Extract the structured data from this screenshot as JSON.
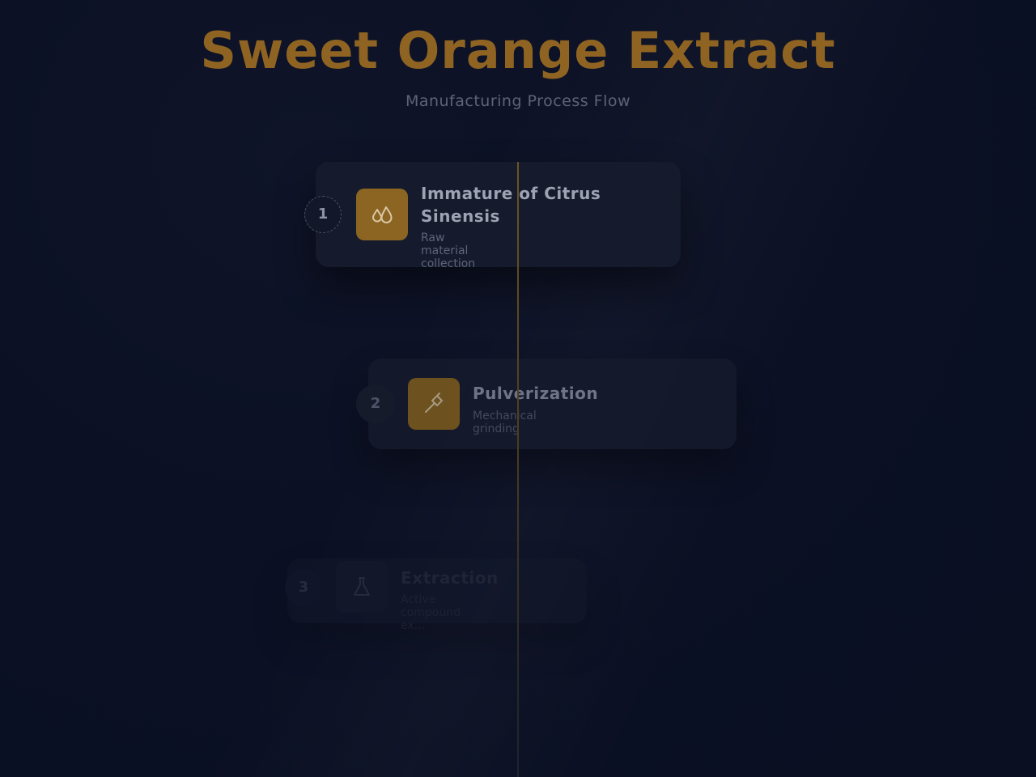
{
  "header": {
    "title": "Sweet Orange Extract",
    "subtitle": "Manufacturing Process Flow"
  },
  "colors": {
    "accent": "#8f6422",
    "background": "#0b1024",
    "card": "#161b2c"
  },
  "steps": [
    {
      "number": "1",
      "title": "Immature of Citrus Sinensis",
      "description": "Raw material collection",
      "icon": "droplets-icon"
    },
    {
      "number": "2",
      "title": "Pulverization",
      "description": "Mechanical grinding",
      "icon": "hammer-icon"
    },
    {
      "number": "3",
      "title": "Extraction",
      "description": "Active compound ex...",
      "icon": "flask-icon"
    }
  ]
}
